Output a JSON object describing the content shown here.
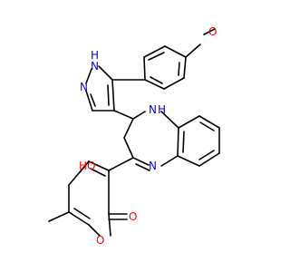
{
  "molecule": {
    "colors": {
      "bond": "#000000",
      "nitrogen": "#0000ff",
      "oxygen": "#ff0000",
      "carbon": "#000000",
      "background": "#ffffff"
    },
    "atom_labels": {
      "o_methoxy": "O",
      "n_pyrazole_h": "N",
      "h_pyrazole": "H",
      "n_pyrazole": "N",
      "n_diazepine_h": "N",
      "h_diazepine": "H",
      "n_diazepine": "N",
      "o_hydroxy": "HO",
      "o_carbonyl": "O",
      "o_ring": "O"
    }
  }
}
